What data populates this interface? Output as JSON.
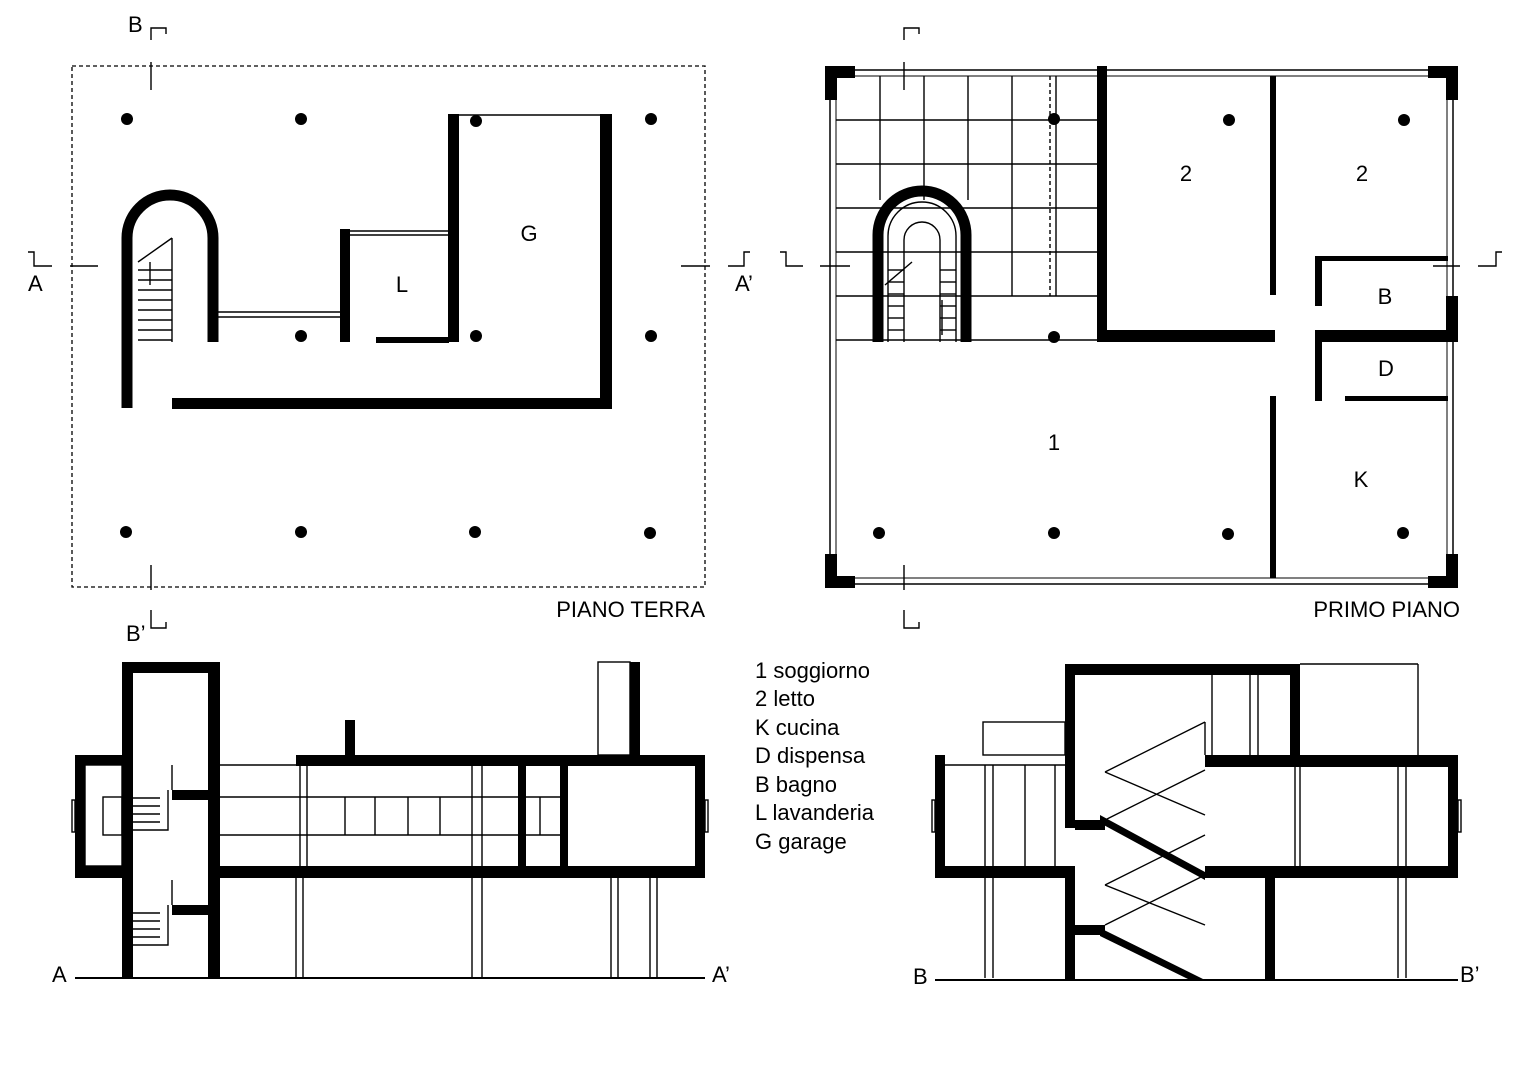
{
  "plans": {
    "ground_floor": {
      "title": "PIANO TERRA",
      "rooms": {
        "laundry": "L",
        "garage": "G"
      }
    },
    "first_floor": {
      "title": "PRIMO PIANO",
      "rooms": {
        "living": "1",
        "bedroom_a": "2",
        "bedroom_b": "2",
        "bath": "B",
        "pantry": "D",
        "kitchen": "K"
      }
    }
  },
  "section_markers": {
    "a": "A",
    "a_prime": "A’",
    "b": "B",
    "b_prime": "B’"
  },
  "sections": {
    "aa": {
      "start": "A",
      "end": "A’"
    },
    "bb": {
      "start": "B",
      "end": "B’"
    }
  },
  "legend": [
    "1 soggiorno",
    "2 letto",
    "K cucina",
    "D dispensa",
    "B bagno",
    "L lavanderia",
    "G garage"
  ]
}
